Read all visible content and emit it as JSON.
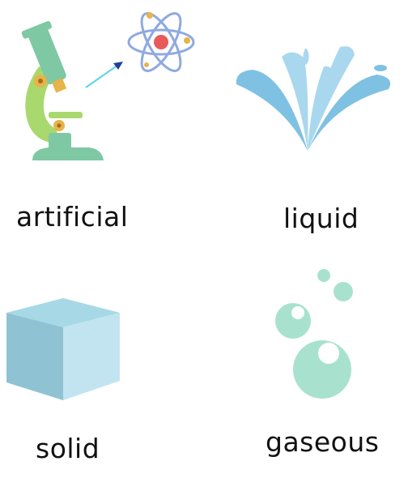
{
  "cards": [
    {
      "label": "artificial",
      "icon": "microscope-atom-icon"
    },
    {
      "label": "liquid",
      "icon": "water-splash-icon"
    },
    {
      "label": "solid",
      "icon": "cube-icon"
    },
    {
      "label": "gaseous",
      "icon": "bubbles-icon"
    }
  ],
  "colors": {
    "microscope_green": "#a9d86e",
    "microscope_teal": "#7ec8a3",
    "atom_blue": "#8fa9e0",
    "atom_core": "#e85a5a",
    "water_light": "#a9d8ee",
    "water_dark": "#7fc1e3",
    "cube_front": "#c2e4f0",
    "cube_side": "#8fc2d2",
    "cube_top": "#a7d8e6",
    "bubble": "#a8e2cf"
  }
}
